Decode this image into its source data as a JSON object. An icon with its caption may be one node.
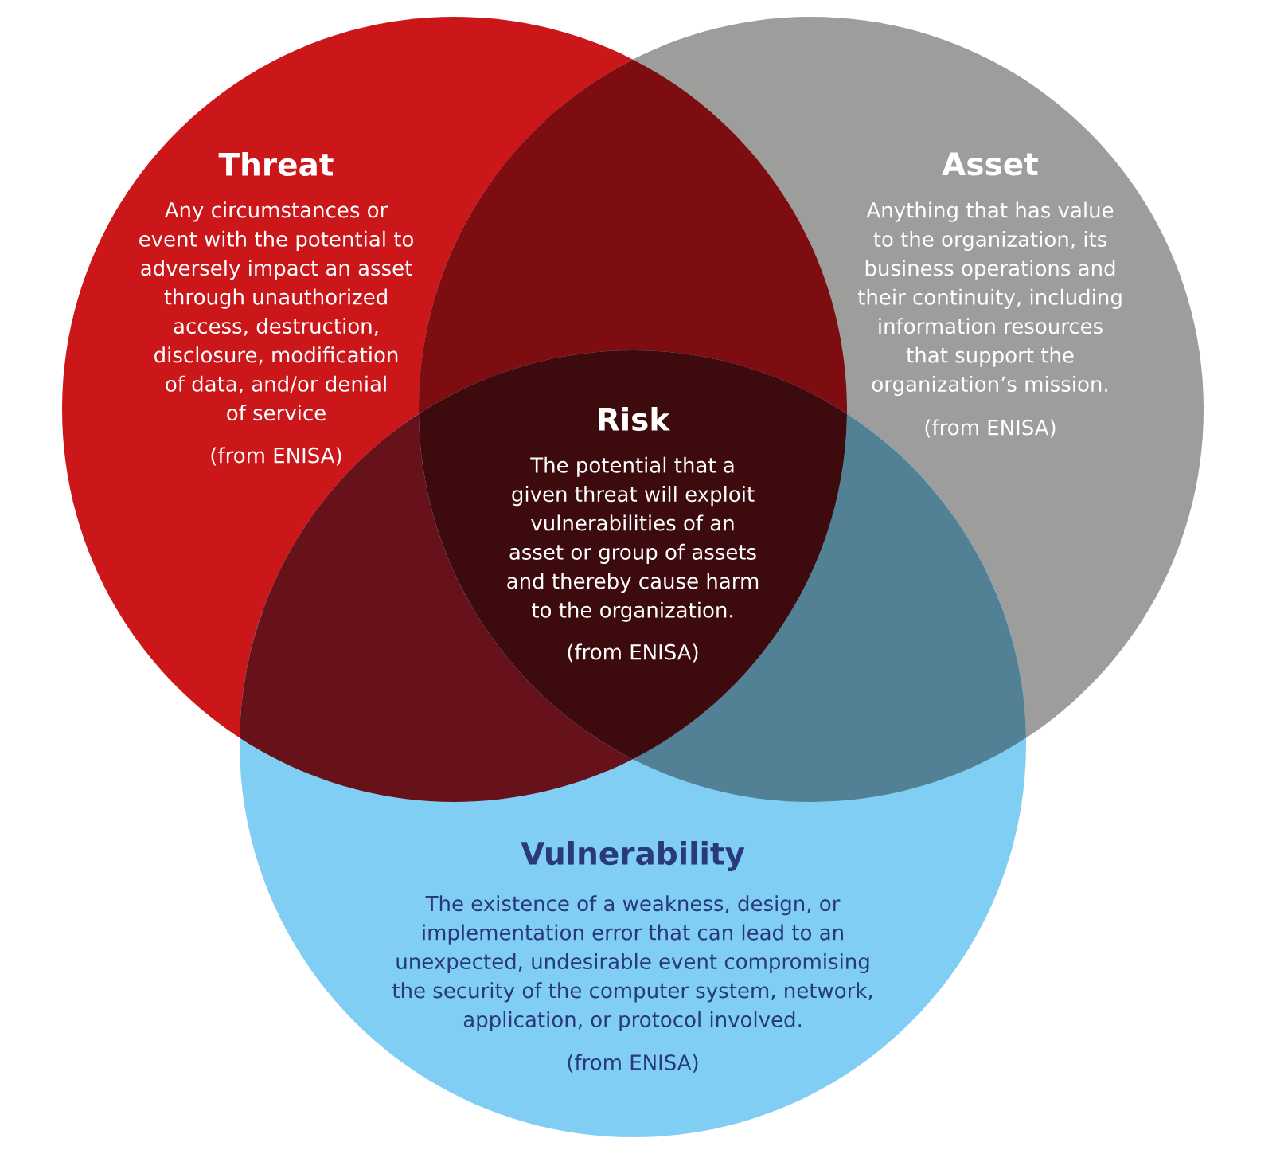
{
  "diagram": {
    "nodes": [
      {
        "text": [
          "Threat",
          "Any circumstances or event with the potential to adversely impact an asset through unauthorized access, destruction, disclosure, modification of data, and/or denial of service",
          "(from ENISA)"
        ]
      },
      {
        "text": [
          "Asset",
          "Anything that has value to the organization, its business operations and their continuity, including information resources that support the organization’s mission.",
          "(from ENISA)"
        ]
      },
      {
        "text": [
          "Risk",
          "The potential that a given threat will exploit vulnerabilities of an asset or group of assets and thereby cause harm to the organization.",
          "(from ENISA)"
        ]
      },
      {
        "text": [
          "Vulnerability",
          "The existence of a weakness, design, or implementation error that can lead to an unexpected, undesirable event compromising the security of the computer system, network, application, or protocol involved.",
          "(from ENISA)"
        ]
      },
      {
        "text": [],
        "shape": "lens"
      },
      {
        "text": [],
        "shape": "lens"
      },
      {
        "text": [],
        "shape": "lens"
      }
    ]
  }
}
